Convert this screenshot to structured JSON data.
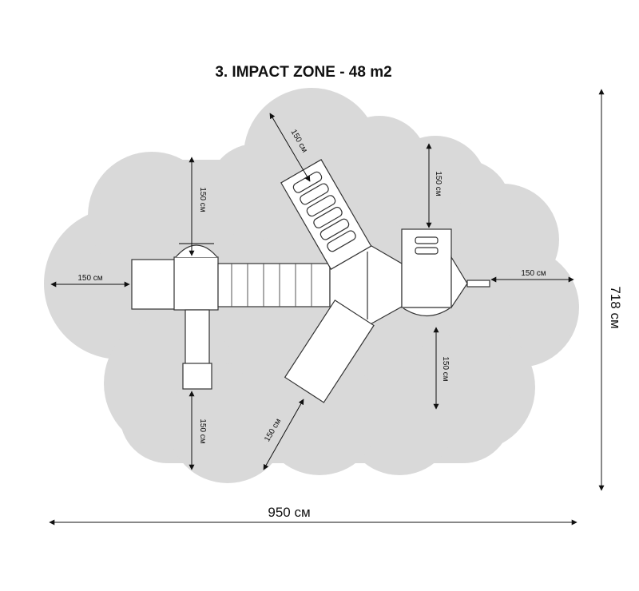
{
  "title": "3. IMPACT ZONE - 48 m2",
  "total_width": "950 см",
  "total_height": "718 см",
  "clearances": {
    "left": "150 см",
    "top_left": "150 см",
    "top_diagonal": "150 см",
    "top_right": "150 см",
    "right": "150 см",
    "bottom_right": "150 см",
    "bottom_diagonal": "150 см",
    "bottom_left": "150 см"
  }
}
